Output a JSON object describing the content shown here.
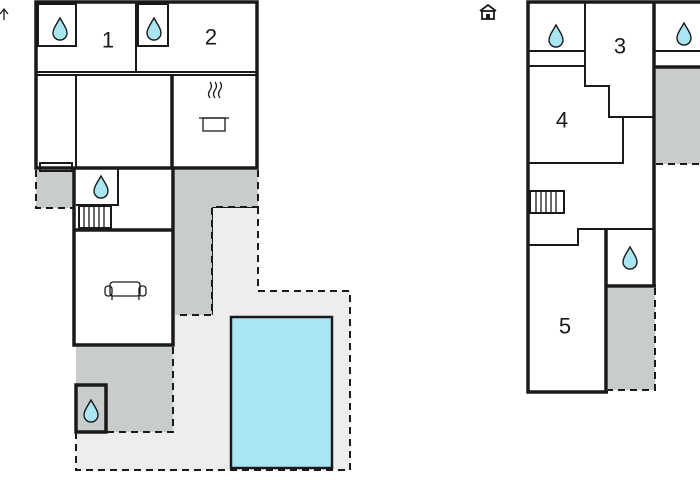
{
  "rooms": [
    {
      "label": "1"
    },
    {
      "label": "2"
    },
    {
      "label": "3"
    },
    {
      "label": "4"
    },
    {
      "label": "5"
    }
  ],
  "icons": {
    "entrance": "house-icon",
    "entrance_left": "arrow-icon",
    "bathroom": "water-drop-icon",
    "kitchen": "cooking-pot-icon",
    "living": "sofa-icon",
    "stairs": "stairs-icon"
  },
  "colors": {
    "walls": "#1a1a1a",
    "terrace": "#c8cccc",
    "garden": "#eceeee",
    "pool": "#a9e6f2",
    "water_drop": "#a9e6f2"
  }
}
